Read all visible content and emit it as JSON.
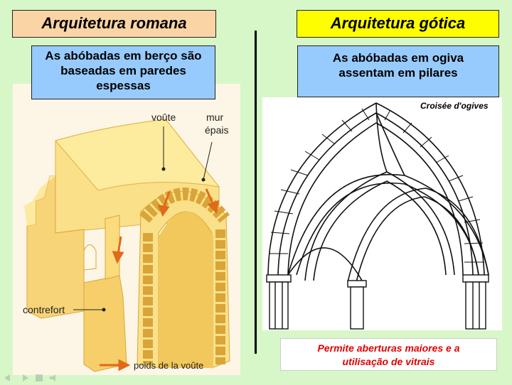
{
  "left": {
    "title": "Arquitetura romana",
    "caption_lines": [
      "As abóbadas em berço são",
      "baseadas em paredes",
      "espessas"
    ],
    "illustration": {
      "label_voute": "voûte",
      "label_mur_1": "mur",
      "label_mur_2": "épais",
      "label_contrefort": "contrefort",
      "legend_text": "poids de la voûte"
    }
  },
  "right": {
    "title": "Arquitetura gótica",
    "caption_lines": [
      "As abóbadas em ogiva",
      "assentam em pilares"
    ],
    "illustration": {
      "label": "Croisée d'ogives"
    },
    "note_lines": [
      "Permite aberturas maiores e a",
      "utilisação de vitrais"
    ]
  },
  "colors": {
    "background": "#d7f7c8",
    "title_left": "#fbd4a6",
    "title_right": "#fefe00",
    "caption_box": "#98cbfd",
    "note_text": "#e00000",
    "arrow": "#e06a1a"
  },
  "icons": [
    "back-arrow-icon",
    "forward-arrow-icon",
    "menu-icon",
    "sound-icon"
  ]
}
